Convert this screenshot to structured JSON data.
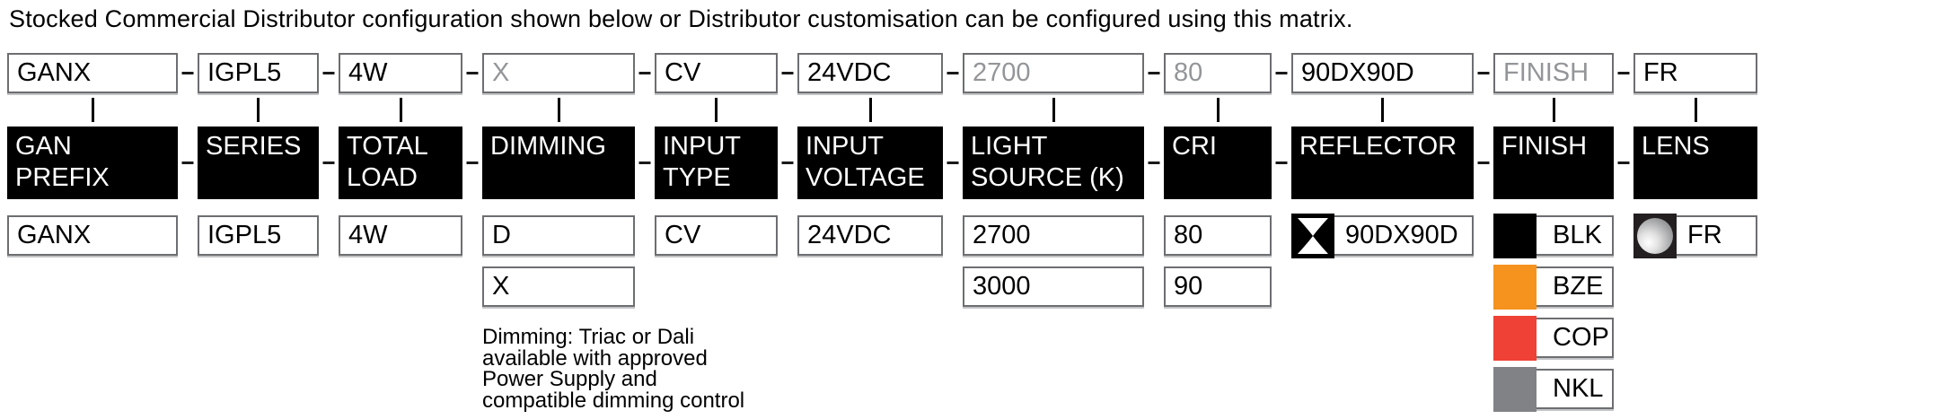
{
  "title": "Stocked Commercial Distributor configuration shown below or Distributor customisation can be configured using this matrix.",
  "separator_dash": "-",
  "palette": {
    "header_bg": "#000000",
    "header_text": "#FFFFFF",
    "box_border": "#6D6E71",
    "muted_code_text": "#939598",
    "black_finish": "#000000",
    "bronze_finish": "#F6921E",
    "copper_finish": "#EF4136",
    "nickel_finish": "#808285"
  },
  "columns": [
    {
      "code": "GANX",
      "header": "GAN\nPREFIX",
      "options": [
        {
          "label": "GANX"
        }
      ]
    },
    {
      "code": "IGPL5",
      "header": "SERIES",
      "options": [
        {
          "label": "IGPL5"
        }
      ]
    },
    {
      "code": "4W",
      "header": "TOTAL\nLOAD",
      "options": [
        {
          "label": "4W"
        }
      ]
    },
    {
      "code": "X",
      "header": "DIMMING",
      "options": [
        {
          "label": "D"
        },
        {
          "label": "X"
        }
      ],
      "note": "Dimming: Triac or Dali\navailable with approved\nPower Supply and\ncompatible dimming control"
    },
    {
      "code": "CV",
      "header": "INPUT\nTYPE",
      "options": [
        {
          "label": "CV"
        }
      ]
    },
    {
      "code": "24VDC",
      "header": "INPUT\nVOLTAGE",
      "options": [
        {
          "label": "24VDC"
        }
      ]
    },
    {
      "code": "2700",
      "header": "LIGHT\nSOURCE (K)",
      "options": [
        {
          "label": "2700"
        },
        {
          "label": "3000"
        }
      ]
    },
    {
      "code": "80",
      "header": "CRI",
      "options": [
        {
          "label": "80"
        },
        {
          "label": "90"
        }
      ]
    },
    {
      "code": "90DX90D",
      "header": "REFLECTOR",
      "options": [
        {
          "label": "90DX90D",
          "icon": "beam-angle-icon"
        }
      ]
    },
    {
      "code": "FINISH",
      "header": "FINISH",
      "options": [
        {
          "label": "BLK",
          "swatch": "#000000"
        },
        {
          "label": "BZE",
          "swatch": "#F6921E"
        },
        {
          "label": "COP",
          "swatch": "#EF4136"
        },
        {
          "label": "NKL",
          "swatch": "#808285"
        }
      ]
    },
    {
      "code": "FR",
      "header": "LENS",
      "options": [
        {
          "label": "FR",
          "icon": "frosted-lens-icon"
        }
      ]
    }
  ]
}
